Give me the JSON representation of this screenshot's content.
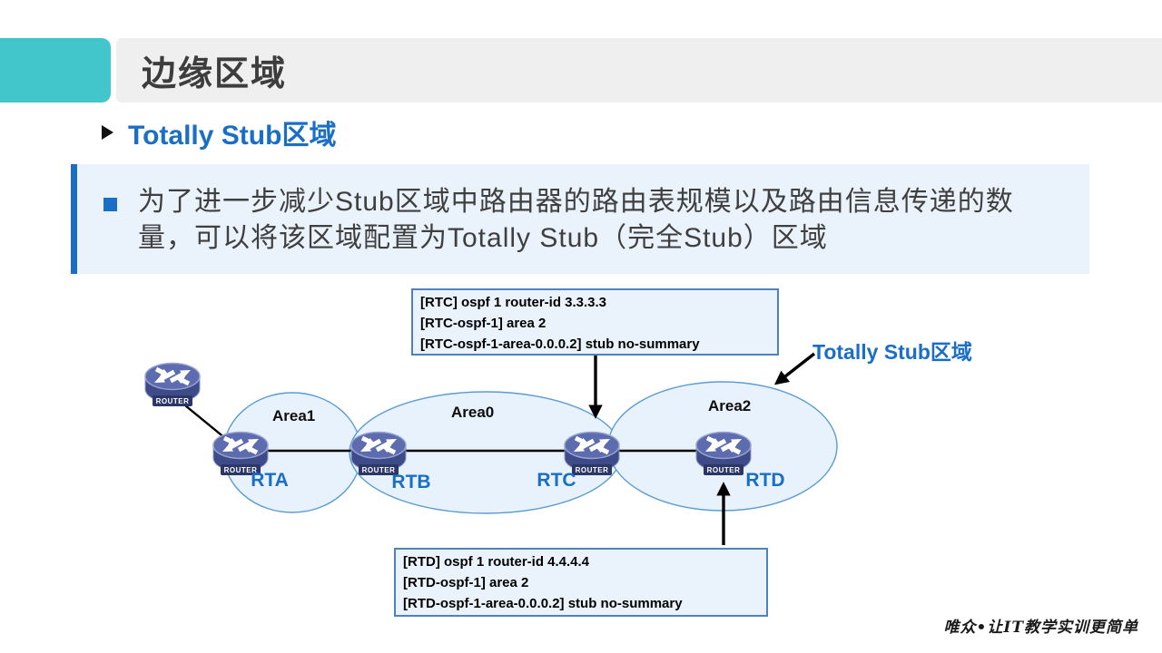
{
  "header": {
    "title": "边缘区域"
  },
  "section": {
    "title": "Totally Stub区域"
  },
  "callout": {
    "lines": [
      "为了进一步减少Stub区域中路由器的路由表规模以及路由信息传递的数",
      "量，可以将该区域配置为Totally Stub（完全Stub）区域"
    ]
  },
  "diagram": {
    "area_labels": [
      "Area1",
      "Area0",
      "Area2"
    ],
    "router_labels": {
      "rta": "RTA",
      "rtb": "RTB",
      "rtc": "RTC",
      "rtd": "RTD"
    },
    "router_word": "ROUTER",
    "annotation": "Totally Stub区域",
    "configs": {
      "rtc": [
        "[RTC] ospf 1 router-id 3.3.3.3",
        "[RTC-ospf-1] area 2",
        "[RTC-ospf-1-area-0.0.0.2] stub no-summary"
      ],
      "rtd": [
        "[RTD] ospf 1 router-id 4.4.4.4",
        "[RTD-ospf-1] area 2",
        "[RTD-ospf-1-area-0.0.0.2] stub no-summary"
      ]
    }
  },
  "footer": {
    "watermark": "唯众•让IT教学实训更简单"
  },
  "colors": {
    "accent_teal": "#42c5cb",
    "accent_blue": "#1a6ec5",
    "header_gray": "#efefef",
    "callout_bg": "#eaf2fb",
    "config_box_bg": "#eaf3fb",
    "config_box_border": "#4f81bd",
    "area_fill": "#e7f2fc",
    "area_stroke": "#5b9bd5",
    "title_text": "#3d3d3d",
    "body_text": "#3f3f3f"
  }
}
